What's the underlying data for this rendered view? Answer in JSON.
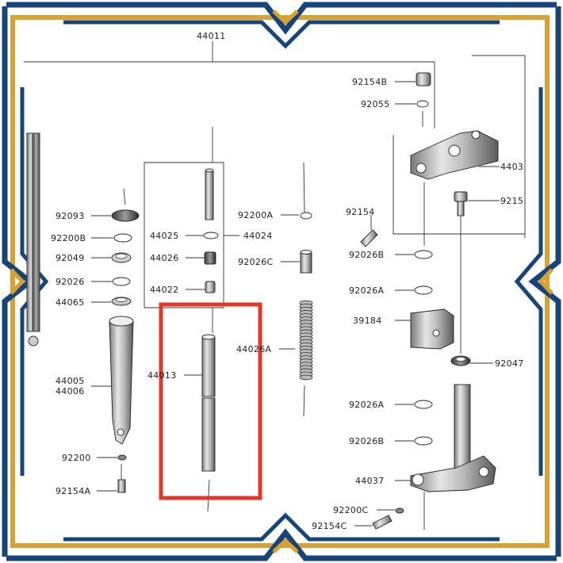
{
  "diagram": {
    "colors": {
      "frame_blue": "#17457a",
      "frame_gold": "#d8a233",
      "highlight": "#e0392b",
      "ink": "#222222"
    },
    "labels": [
      {
        "id": "44011",
        "text": "44011"
      },
      {
        "id": "92154B",
        "text": "92154B"
      },
      {
        "id": "92055",
        "text": "92055"
      },
      {
        "id": "4403",
        "text": "4403"
      },
      {
        "id": "9215",
        "text": "9215"
      },
      {
        "id": "92093",
        "text": "92093"
      },
      {
        "id": "92200B",
        "text": "92200B"
      },
      {
        "id": "92049",
        "text": "92049"
      },
      {
        "id": "92026",
        "text": "92026"
      },
      {
        "id": "44065",
        "text": "44065"
      },
      {
        "id": "44005",
        "text": "44005"
      },
      {
        "id": "44006",
        "text": "44006"
      },
      {
        "id": "92200",
        "text": "92200"
      },
      {
        "id": "92154A",
        "text": "92154A"
      },
      {
        "id": "44025",
        "text": "44025"
      },
      {
        "id": "44024",
        "text": "44024"
      },
      {
        "id": "44026",
        "text": "44026"
      },
      {
        "id": "44022",
        "text": "44022"
      },
      {
        "id": "44013",
        "text": "44013"
      },
      {
        "id": "92200A",
        "text": "92200A"
      },
      {
        "id": "92026C",
        "text": "92026C"
      },
      {
        "id": "44026A",
        "text": "44026A"
      },
      {
        "id": "92154",
        "text": "92154"
      },
      {
        "id": "92026B_1",
        "text": "92026B"
      },
      {
        "id": "92026A_1",
        "text": "92026A"
      },
      {
        "id": "39184",
        "text": "39184"
      },
      {
        "id": "92047",
        "text": "92047"
      },
      {
        "id": "92026A_2",
        "text": "92026A"
      },
      {
        "id": "92026B_2",
        "text": "92026B"
      },
      {
        "id": "44037",
        "text": "44037"
      },
      {
        "id": "92200C",
        "text": "92200C"
      },
      {
        "id": "92154C",
        "text": "92154C"
      }
    ]
  }
}
